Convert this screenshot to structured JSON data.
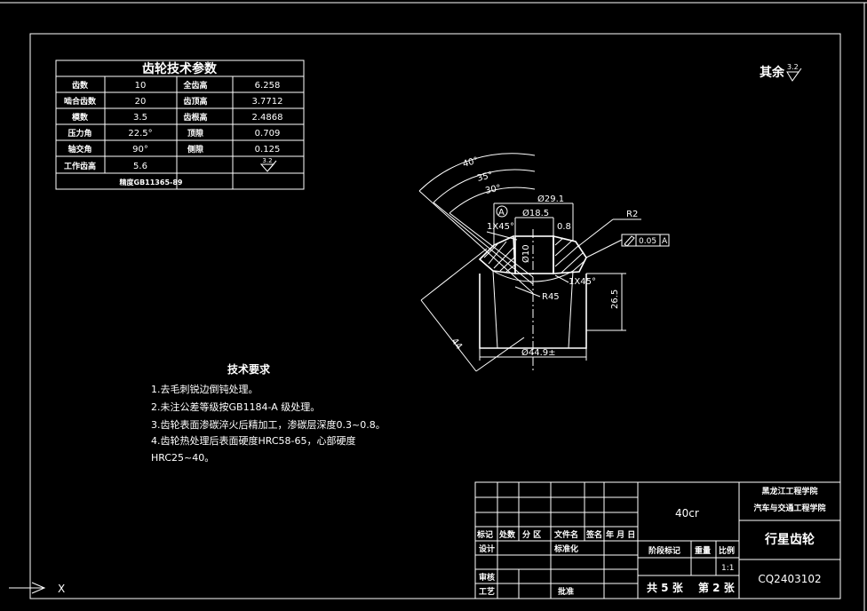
{
  "params_table": {
    "title": "齿轮技术参数",
    "rows": [
      {
        "k1": "齿数",
        "v1": "10",
        "k2": "全齿高",
        "v2": "6.258"
      },
      {
        "k1": "啮合齿数",
        "v1": "20",
        "k2": "齿顶高",
        "v2": "3.7712"
      },
      {
        "k1": "模数",
        "v1": "3.5",
        "k2": "齿根高",
        "v2": "2.4868"
      },
      {
        "k1": "压力角",
        "v1": "22.5°",
        "k2": "顶隙",
        "v2": "0.709"
      },
      {
        "k1": "轴交角",
        "v1": "90°",
        "k2": "侧隙",
        "v2": "0.125"
      },
      {
        "k1": "工作齿高",
        "v1": "5.6",
        "k2": "",
        "v2": "3.2"
      }
    ],
    "footer": "精度GB11365-89"
  },
  "roughness_note": {
    "label": "其余",
    "value": "3.2"
  },
  "tech_req": {
    "title": "技术要求",
    "items": [
      "1.去毛刺锐边倒钝处理。",
      "2.未注公差等级按GB1184-A 级处理。",
      "3.齿轮表面渗碳淬火后精加工，渗碳层深度0.3~0.8。",
      "4.齿轮热处理后表面硬度HRC58-65，心部硬度",
      "  HRC25~40。"
    ]
  },
  "dims": {
    "a40": "40°",
    "a35": "35°",
    "a30": "30°",
    "d291": "Ø29.1",
    "d185": "Ø18.5",
    "c1": "1X45°",
    "c2": "1X45°",
    "ch08": "0.8",
    "r2": "R2",
    "d10": "Ø10",
    "r45": "R45",
    "h265": "26.5",
    "l44": "44",
    "d449": "Ø44.9±",
    "datum": "A",
    "gtol": "0.05",
    "gref": "A"
  },
  "title_block": {
    "material": "40cr",
    "school1": "黑龙江工程学院",
    "school2": "汽车与交通工程学院",
    "part_name": "行星齿轮",
    "drawing_no": "CQ2403102",
    "h_mark": "标记",
    "h_count": "处数",
    "h_zone": "分 区",
    "h_doc": "文件名",
    "h_sign": "签名",
    "h_date": "年 月 日",
    "design": "设计",
    "std": "标准化",
    "review": "审核",
    "process": "工艺",
    "approve": "批准",
    "stage": "阶段标记",
    "weight": "重量",
    "scale_lbl": "比例",
    "scale": "1:1",
    "total_sheets": "共 5 张",
    "sheet_no": "第 2 张"
  },
  "ucs": {
    "x_label": "X"
  }
}
